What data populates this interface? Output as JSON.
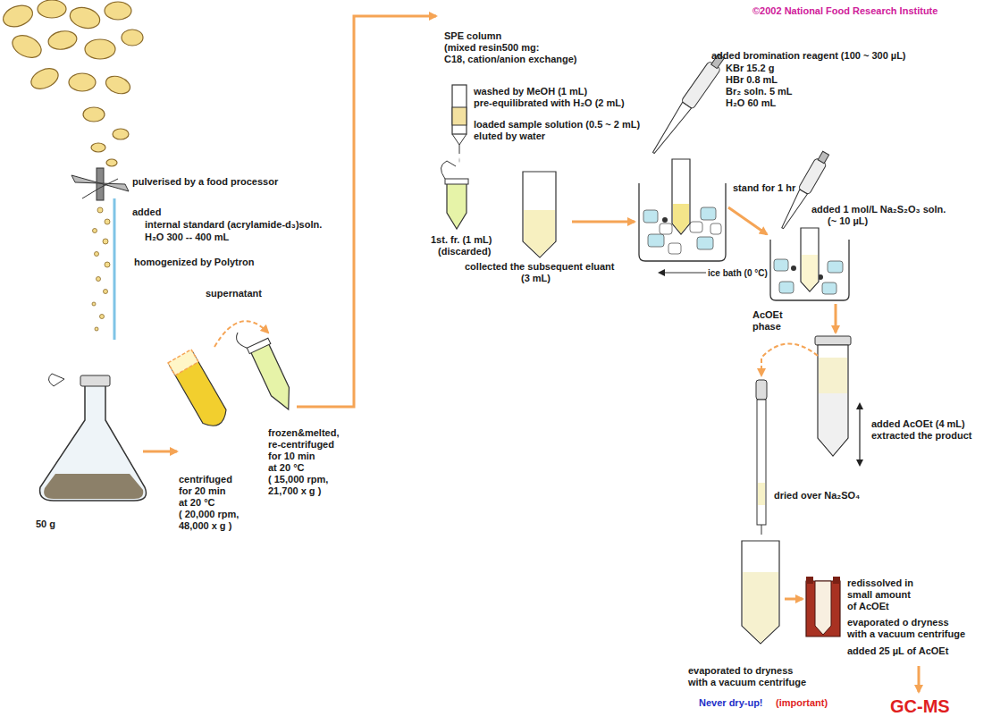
{
  "diagram": {
    "labels": [
      "©2002 National Food Research Institute",
      "pulverised by a food processor",
      "added",
      "internal standard (acrylamide-d₃)soln.",
      "H₂O 300 -- 400 mL",
      "homogenized by Polytron",
      "supernatant",
      "50 g",
      "centrifuged",
      "for 20 min",
      "at 20 °C",
      "( 20,000 rpm,",
      "48,000 x g )",
      "frozen&melted,",
      "re-centrifuged",
      "for 10 min",
      "at 20 °C",
      "( 15,000 rpm,",
      "21,700 x g )",
      "SPE column",
      "(mixed resin500 mg:",
      "C18, cation/anion exchange)",
      "washed by MeOH (1 mL)",
      "pre-equilibrated with H₂O (2 mL)",
      "loaded sample solution (0.5 ~ 2 mL)",
      "eluted by water",
      "1st. fr. (1 mL)",
      "(discarded)",
      "collected the subsequent eluant",
      "(3 mL)",
      "added bromination reagent (100 ~ 300 µL)",
      "KBr 15.2 g",
      "HBr 0.8 mL",
      "Br₂ soln. 5 mL",
      "H₂O 60 mL",
      "added 1 mol/L Na₂S₂O₃ soln.",
      "(~ 10 µL)",
      "stand for 1 hr",
      "ice bath (0 °C)",
      "AcOEt",
      "phase",
      "added AcOEt (4 mL)",
      "extracted the product",
      "dried over Na₂SO₄",
      "redissolved in",
      "small amount",
      "of AcOEt",
      "evaporated o dryness",
      "with a vacuum centrifuge",
      "added 25 µL of AcOEt",
      "evaporated to dryness",
      "with a vacuum centrifuge",
      "Never dry-up!",
      "(important)",
      "GC-MS"
    ]
  }
}
